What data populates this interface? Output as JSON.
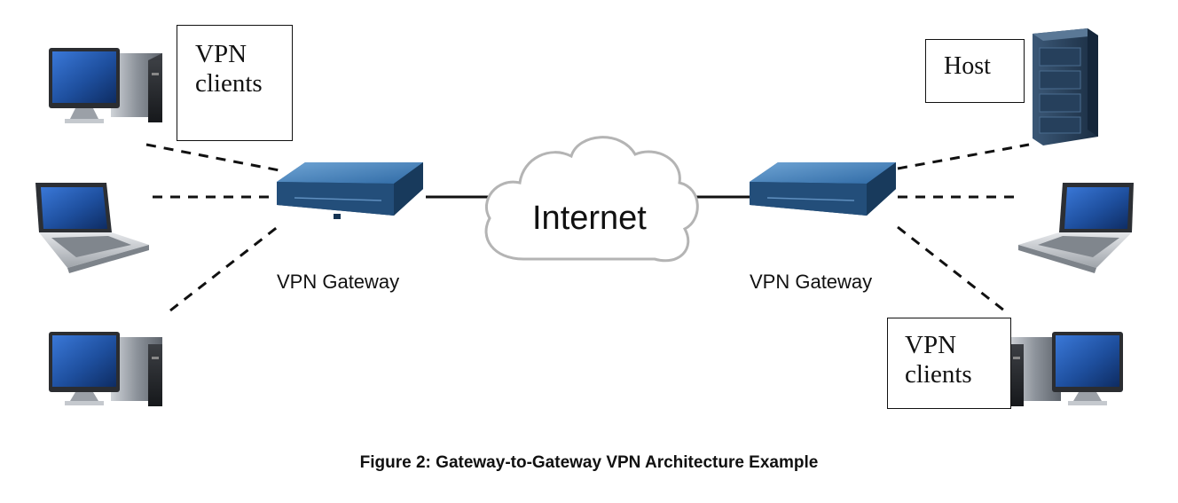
{
  "labels": {
    "left_clients": [
      "VPN",
      "clients"
    ],
    "host": "Host",
    "right_clients": [
      "VPN",
      "clients"
    ],
    "left_gateway": "VPN Gateway",
    "right_gateway": "VPN Gateway",
    "internet": "Internet"
  },
  "caption": "Figure 2: Gateway-to-Gateway VPN Architecture Example",
  "icons": {
    "left_top": "desktop-computer-icon",
    "left_middle": "laptop-icon",
    "left_bottom": "desktop-computer-icon",
    "right_top": "server-rack-icon",
    "right_middle": "laptop-icon",
    "right_bottom": "desktop-computer-icon",
    "gateways": "network-gateway-icon",
    "cloud": "cloud-icon"
  },
  "colors": {
    "gateway_blue": "#2c5d8f",
    "screen_blue": "#1f4f9a",
    "server_dark": "#1f3348",
    "link_line": "#111111"
  }
}
